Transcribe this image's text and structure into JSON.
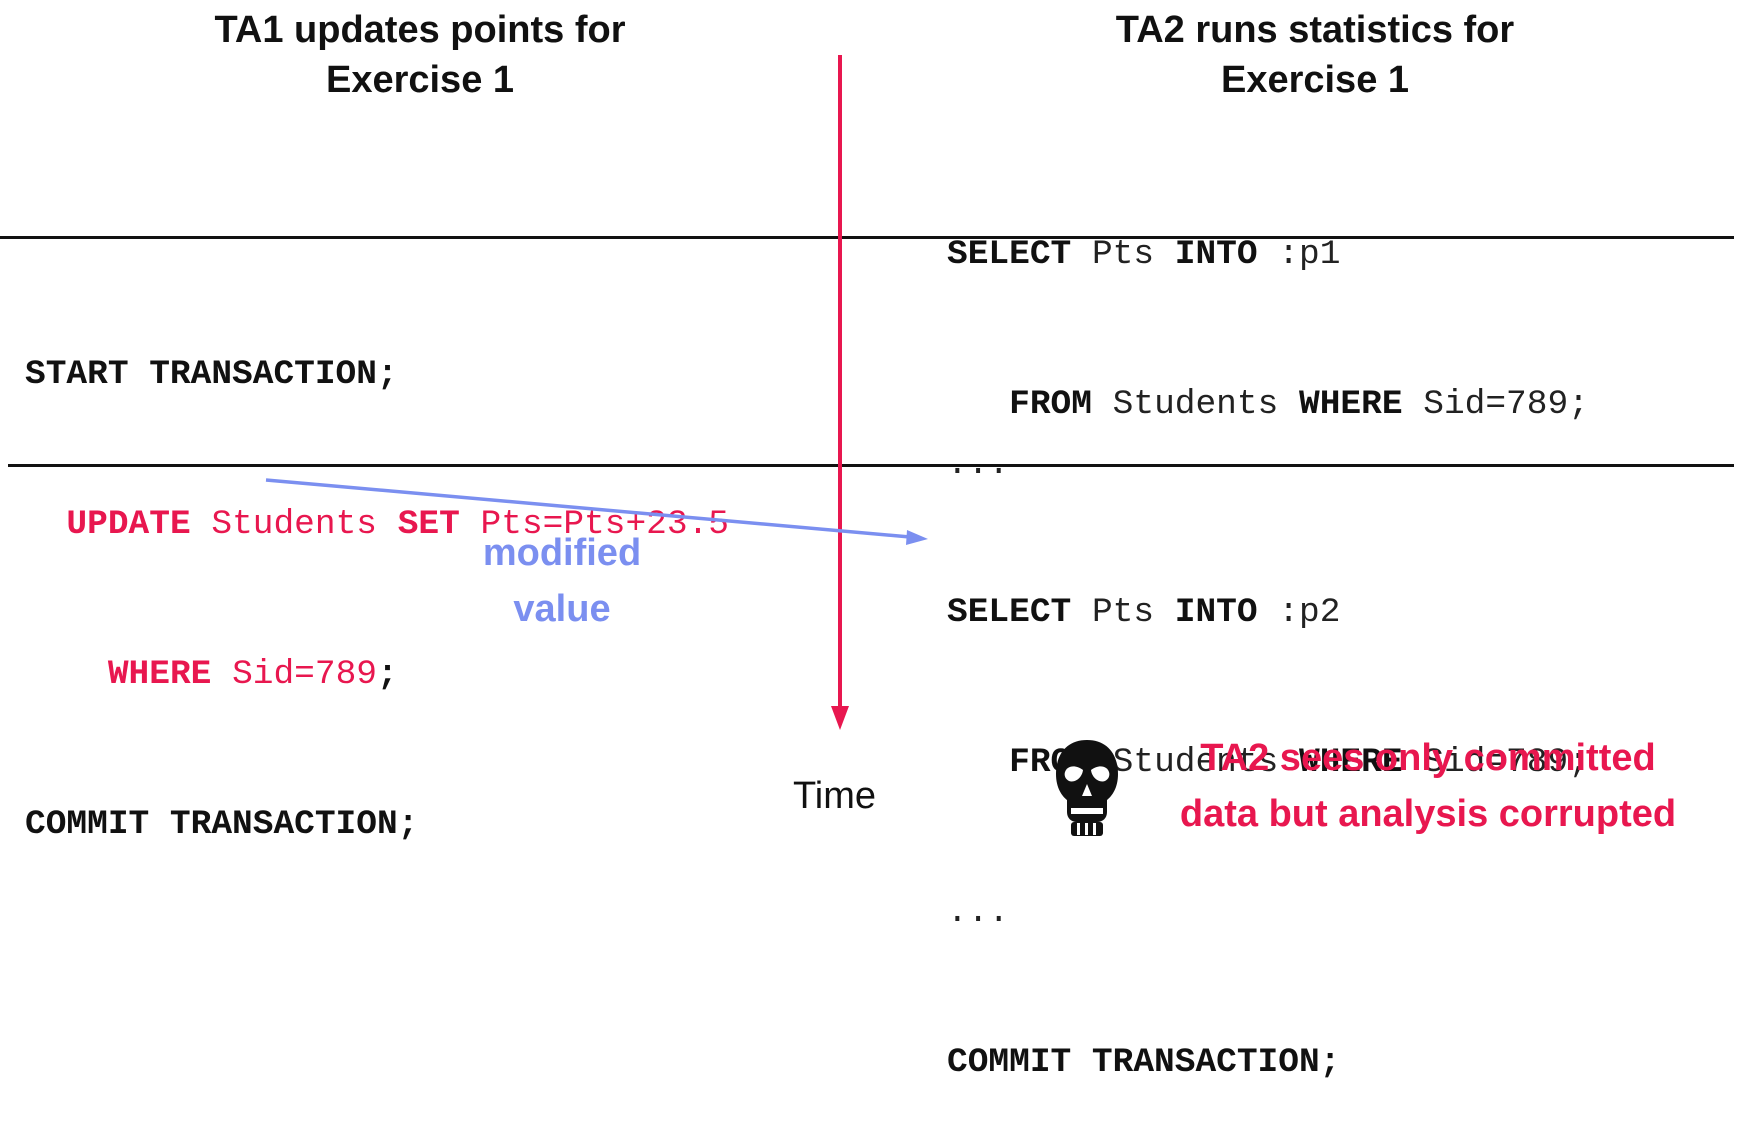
{
  "left_heading": {
    "line1": "TA1 updates points for",
    "line2": "Exercise 1"
  },
  "right_heading": {
    "line1": "TA2 runs statistics for",
    "line2": "Exercise 1"
  },
  "ta2_select_p1": {
    "line1": {
      "kw1": "SELECT",
      "t1": " Pts ",
      "kw2": "INTO",
      "t2": " :p1"
    },
    "line2": {
      "indent": "   ",
      "kw1": "FROM",
      "t1": " Students ",
      "kw2": "WHERE",
      "t2": " Sid=789;"
    }
  },
  "ta1_transaction": {
    "start": "START TRANSACTION;",
    "update": {
      "indent": "  ",
      "kw1": "UPDATE",
      "t1": " Students ",
      "kw2": "SET",
      "t2": " Pts=Pts+23.5"
    },
    "where": {
      "indent": "    ",
      "kw1": "WHERE",
      "t1": " Sid=789",
      "t2": ";"
    },
    "commit": "COMMIT TRANSACTION;"
  },
  "ta2_ellipsis_mid": "...",
  "ta2_select_p2": {
    "line1": {
      "kw1": "SELECT",
      "t1": " Pts ",
      "kw2": "INTO",
      "t2": " :p2"
    },
    "line2": {
      "indent": "   ",
      "kw1": "FROM",
      "t1": " Students ",
      "kw2": "WHERE",
      "t2": " Sid=789;"
    },
    "ellipsis": "...",
    "commit": "COMMIT TRANSACTION;"
  },
  "modified_value_label": {
    "line1": "modified",
    "line2": "value"
  },
  "time_label": "Time",
  "warning": {
    "line1": "TA2 sees only committed",
    "line2": "data but analysis corrupted",
    "icon": "skull-icon"
  },
  "colors": {
    "timeline": "#e8174f",
    "sql_highlight": "#e8174f",
    "arrow": "#7b8ff0",
    "warning": "#e8174f",
    "rule": "#111111"
  }
}
